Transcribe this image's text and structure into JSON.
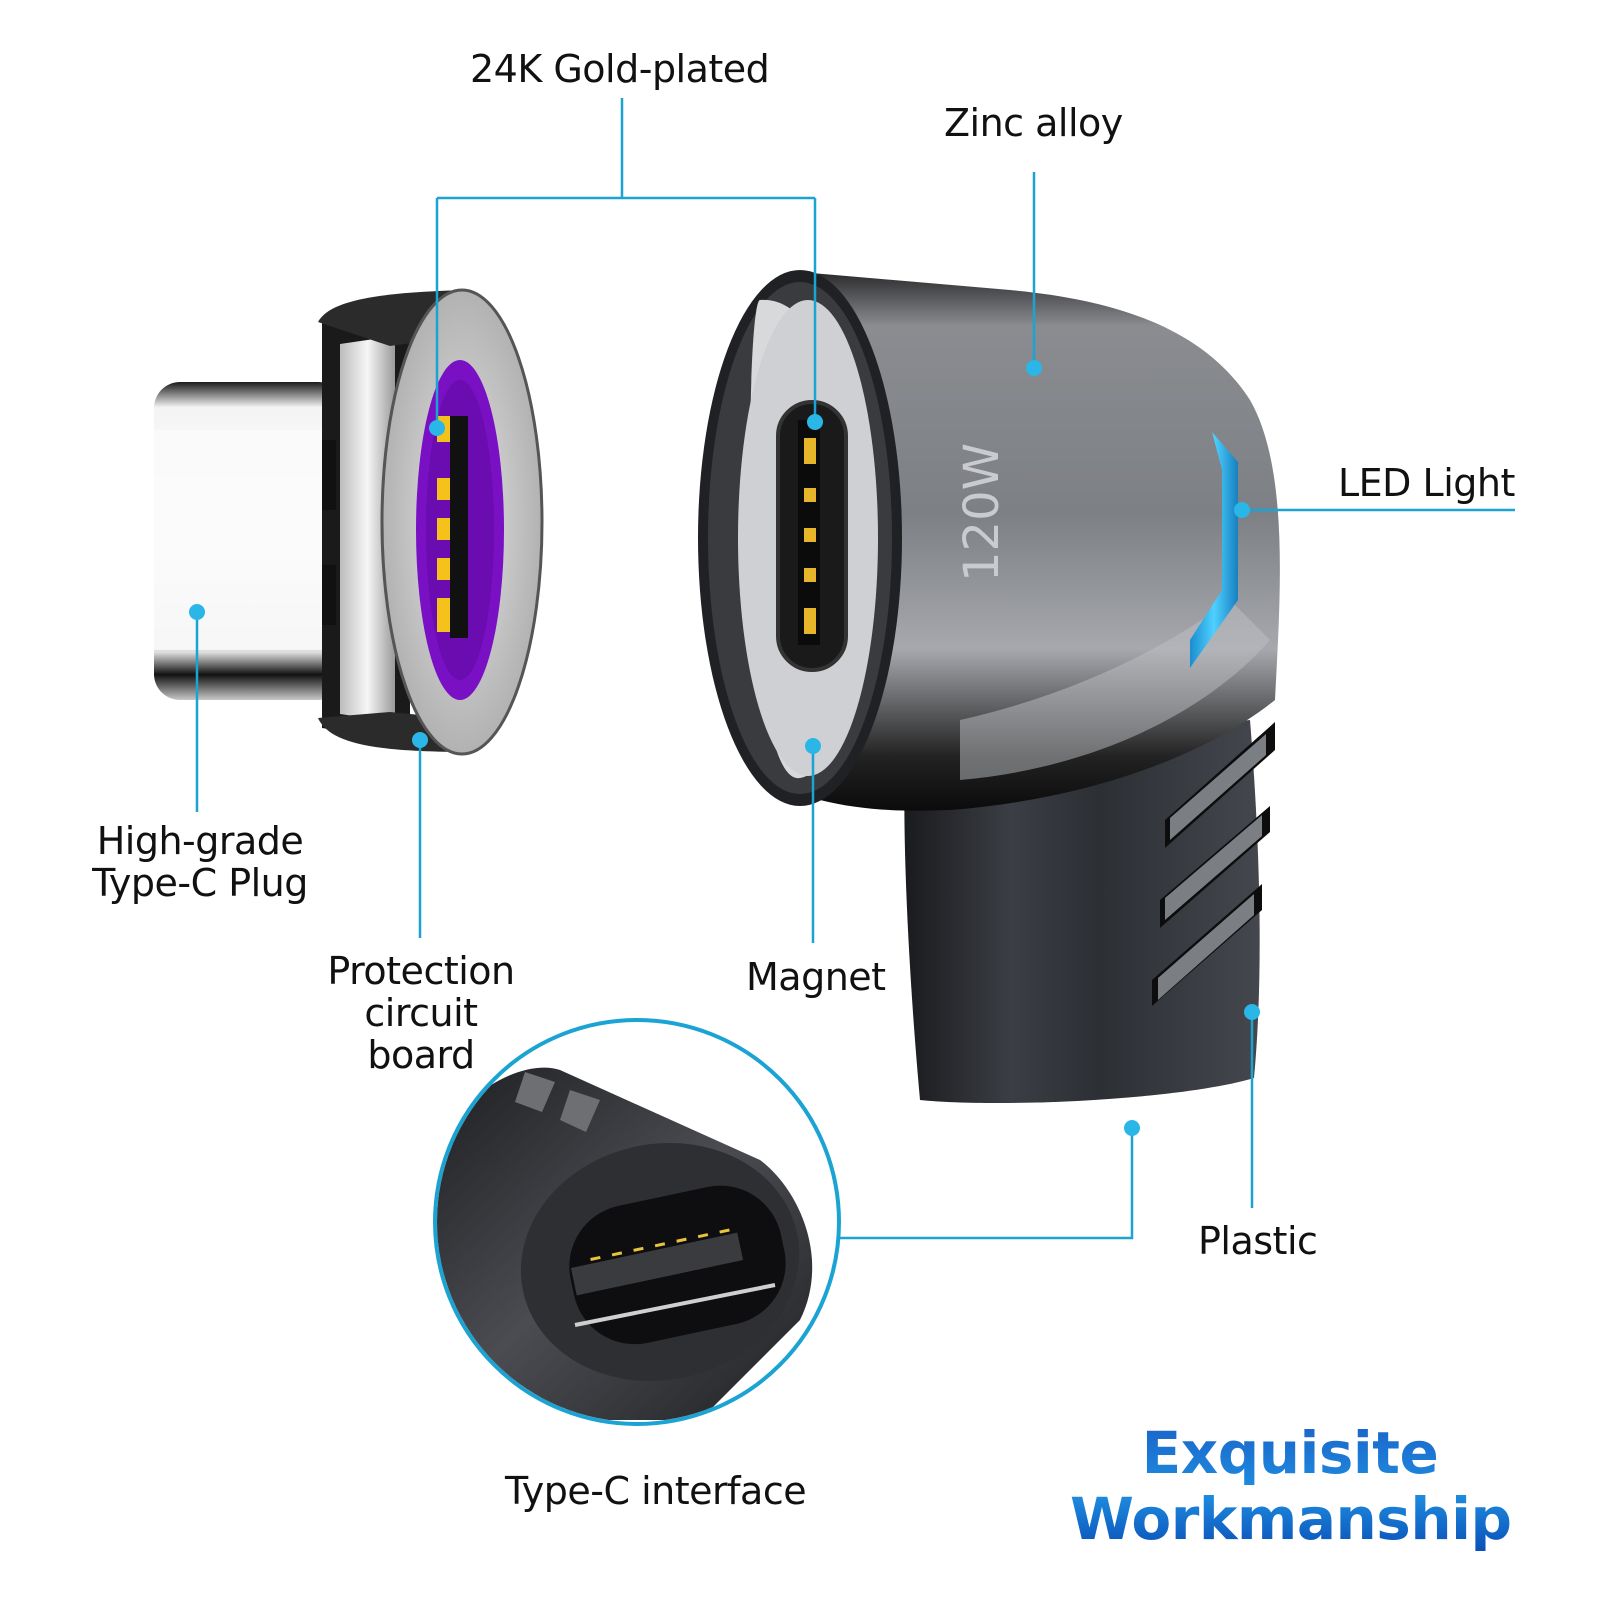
{
  "colors": {
    "callout_line": "#1aa3d3",
    "callout_dot": "#2bb6e8",
    "headline_blue": "#1a6fd6",
    "pin_gold": "#f4c21a",
    "plug_purple": "#7a10c4",
    "led_blue": "#33bff0",
    "body_dark": "#2c2f34",
    "label_text": "#111111"
  },
  "product": {
    "power_rating": "120W"
  },
  "callouts": {
    "gold_plated": "24K Gold-plated",
    "zinc_alloy": "Zinc alloy",
    "led_light": "LED Light",
    "typec_plug": "High-grade\nType-C Plug",
    "protection_board": "Protection\ncircuit board",
    "magnet": "Magnet",
    "plastic": "Plastic",
    "typec_interface": "Type-C interface"
  },
  "headline": {
    "text": "Exquisite\nWorkmanship"
  }
}
